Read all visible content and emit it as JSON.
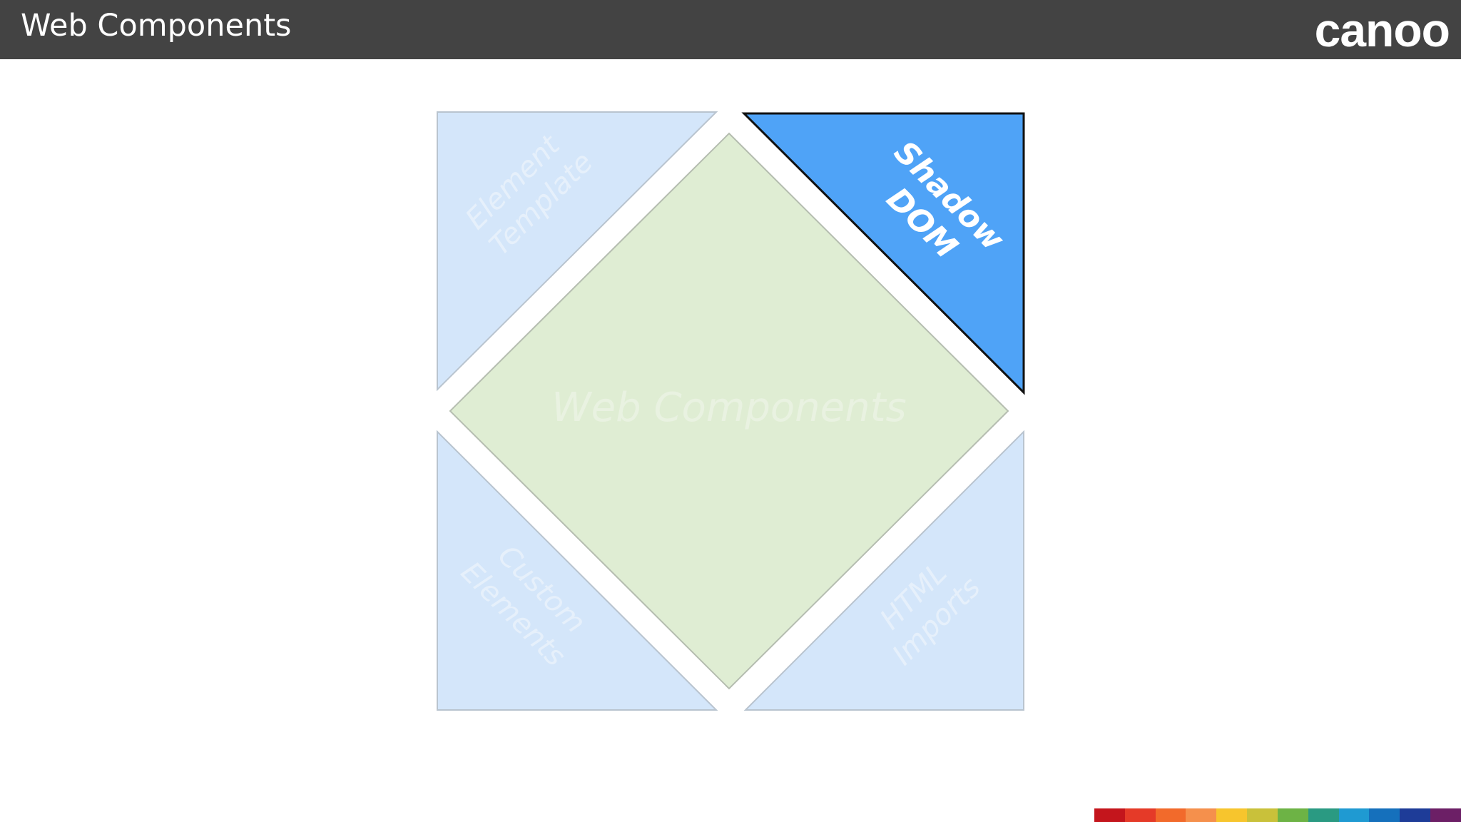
{
  "header": {
    "title": "Web Components",
    "logo": "canoo"
  },
  "diagram": {
    "center_label": "Web Components",
    "pieces": [
      {
        "id": "element-template",
        "lines": [
          "Element",
          "Template"
        ],
        "highlighted": false
      },
      {
        "id": "shadow-dom",
        "lines": [
          "Shadow",
          "DOM"
        ],
        "highlighted": true
      },
      {
        "id": "custom-elements",
        "lines": [
          "Custom",
          "Elements"
        ],
        "highlighted": false
      },
      {
        "id": "html-imports",
        "lines": [
          "HTML",
          "Imports"
        ],
        "highlighted": false
      }
    ]
  },
  "colors": {
    "header_bg": "#434343",
    "faded_blue": "#d4e6fa",
    "highlight_blue": "#4fa3f7",
    "center_green": "#dfedd3"
  },
  "footer_stripes": [
    "#c4151c",
    "#e53a28",
    "#f26a2b",
    "#f5904c",
    "#f7c52d",
    "#c9c13a",
    "#6db345",
    "#2a9a82",
    "#1f9ad2",
    "#1570bc",
    "#1e3c98",
    "#6c1f66"
  ]
}
